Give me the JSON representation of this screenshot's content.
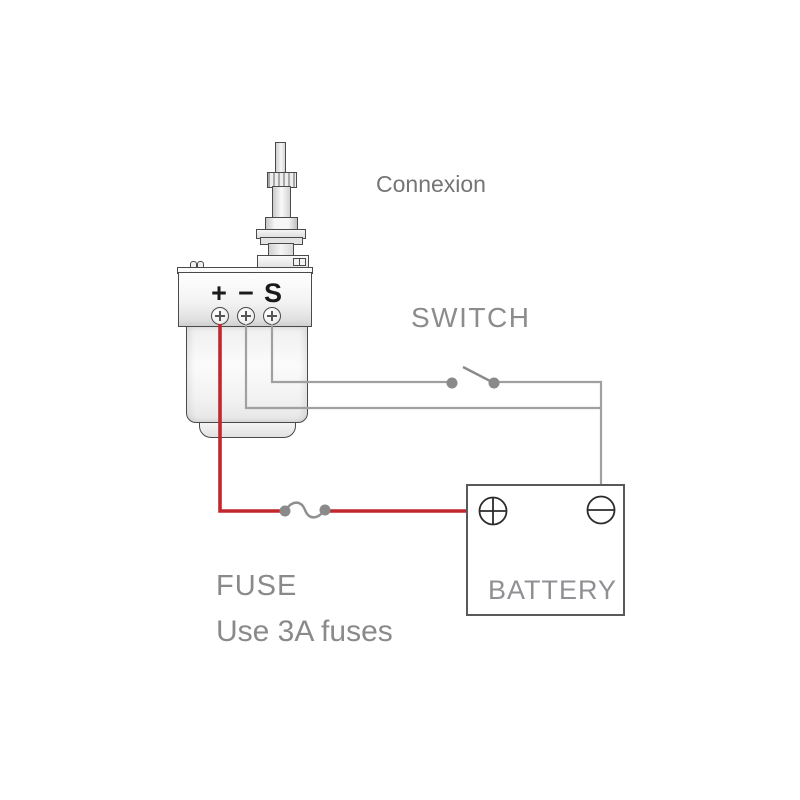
{
  "labels": {
    "connexion": "Connexion",
    "switch": "SWITCH",
    "battery": "BATTERY",
    "fuse": "FUSE",
    "fuse_note": "Use 3A fuses"
  },
  "motor": {
    "terminals": {
      "plus": "+",
      "minus": "−",
      "signal": "S"
    }
  },
  "colors": {
    "wire_red": "#c1272d",
    "wire_gray": "#a0a0a0",
    "symbol_gray": "#8a8a8a",
    "outline_dark": "#4a4a4a",
    "label_gray": "#8a8a8a"
  }
}
